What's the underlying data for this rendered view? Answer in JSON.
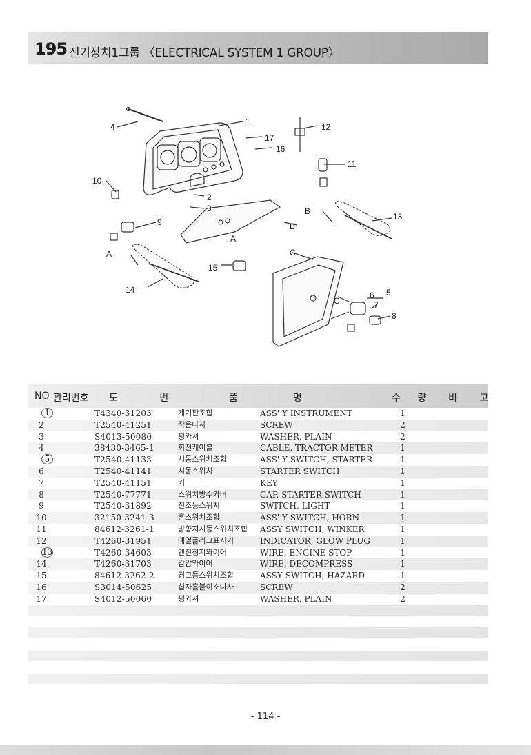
{
  "header": {
    "section_number": "195",
    "title": "전기장치1그룹 〈ELECTRICAL SYSTEM 1 GROUP〉"
  },
  "diagram": {
    "callouts": [
      "1",
      "2",
      "3",
      "4",
      "5",
      "6",
      "7",
      "8",
      "9",
      "10",
      "11",
      "12",
      "13",
      "14",
      "15",
      "16",
      "17"
    ],
    "reference_letters": [
      "A",
      "A",
      "B",
      "B",
      "C",
      "C"
    ]
  },
  "table": {
    "headers": {
      "no": "NO",
      "management_no": "관리번호",
      "drawing_no": "도 번",
      "name_part1": "품",
      "name_part2": "명",
      "quantity": "수 량",
      "remarks": "비 고"
    },
    "rows": [
      {
        "no": "1",
        "part_no": "T4340-31203",
        "name_kr": "계기판조합",
        "name_en": "ASS' Y INSTRUMENT",
        "qty": "1",
        "circled": true
      },
      {
        "no": "2",
        "part_no": "T2540-41251",
        "name_kr": "작은나사",
        "name_en": "SCREW",
        "qty": "2",
        "circled": false
      },
      {
        "no": "3",
        "part_no": "S4013-50080",
        "name_kr": "평와셔",
        "name_en": "WASHER, PLAIN",
        "qty": "2",
        "circled": false
      },
      {
        "no": "4",
        "part_no": "38430-3465-1",
        "name_kr": "회전케이블",
        "name_en": "CABLE, TRACTOR METER",
        "qty": "1",
        "circled": false
      },
      {
        "no": "5",
        "part_no": "T2540-41133",
        "name_kr": "시동스위치조합",
        "name_en": "ASS' Y SWITCH, STARTER",
        "qty": "1",
        "circled": true
      },
      {
        "no": "6",
        "part_no": "T2540-41141",
        "name_kr": "시동스위치",
        "name_en": "STARTER SWITCH",
        "qty": "1",
        "circled": false
      },
      {
        "no": "7",
        "part_no": "T2540-41151",
        "name_kr": "키",
        "name_en": "KEY",
        "qty": "1",
        "circled": false
      },
      {
        "no": "8",
        "part_no": "T2540-77771",
        "name_kr": "스위치방수카버",
        "name_en": "CAP, STARTER SWITCH",
        "qty": "1",
        "circled": false
      },
      {
        "no": "9",
        "part_no": "T2540-31892",
        "name_kr": "전조등스위치",
        "name_en": "SWITCH, LIGHT",
        "qty": "1",
        "circled": false
      },
      {
        "no": "10",
        "part_no": "32150-3241-3",
        "name_kr": "혼스위치조합",
        "name_en": "ASS' Y SWITCH, HORN",
        "qty": "1",
        "circled": false
      },
      {
        "no": "11",
        "part_no": "84612-3261-1",
        "name_kr": "방향지시등스위치조합",
        "name_en": "ASSY SWITCH, WINKER",
        "qty": "1",
        "circled": false
      },
      {
        "no": "12",
        "part_no": "T4260-31951",
        "name_kr": "예열플러그표시기",
        "name_en": "INDICATOR, GLOW PLUG",
        "qty": "1",
        "circled": false
      },
      {
        "no": "13",
        "part_no": "T4260-34603",
        "name_kr": "엔진정지와이어",
        "name_en": "WIRE, ENGINE STOP",
        "qty": "1",
        "circled": true
      },
      {
        "no": "14",
        "part_no": "T4260-31703",
        "name_kr": "감압와이어",
        "name_en": "WIRE, DECOMPRESS",
        "qty": "1",
        "circled": false
      },
      {
        "no": "15",
        "part_no": "84612-3262-2",
        "name_kr": "경고등스위치조합",
        "name_en": "ASSY SWITCH, HAZARD",
        "qty": "1",
        "circled": false
      },
      {
        "no": "16",
        "part_no": "S3014-50625",
        "name_kr": "십자홈붙이소나사",
        "name_en": "SCREW",
        "qty": "2",
        "circled": false
      },
      {
        "no": "17",
        "part_no": "S4012-50060",
        "name_kr": "평와셔",
        "name_en": "WASHER, PLAIN",
        "qty": "2",
        "circled": false
      }
    ]
  },
  "footer": {
    "page_number": "- 114 -"
  }
}
